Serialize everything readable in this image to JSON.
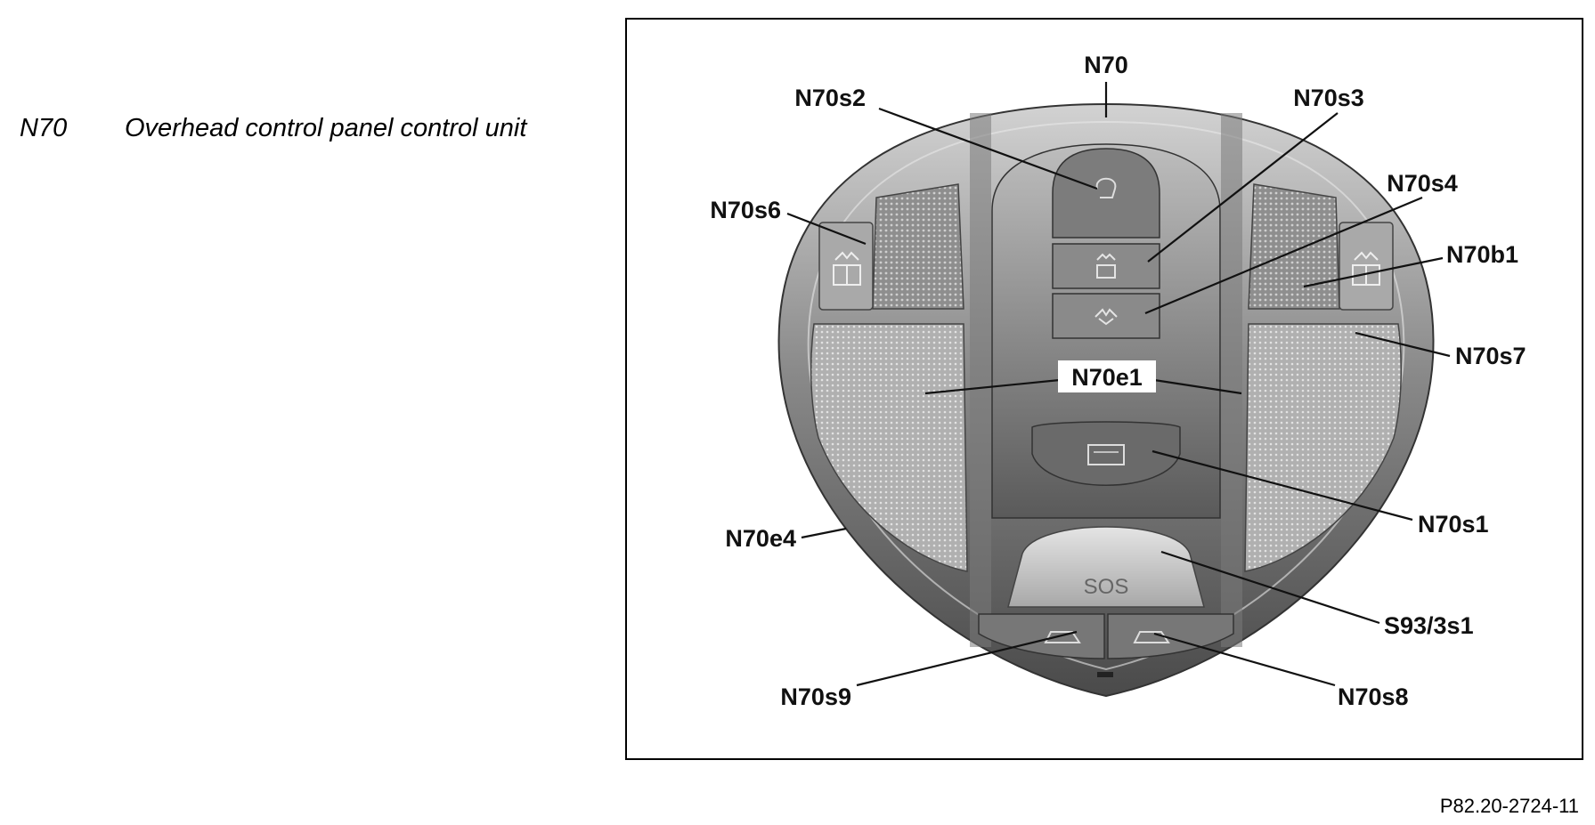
{
  "legend": {
    "code": "N70",
    "description": "Overhead control panel control unit"
  },
  "figure_reference": "P82.20-2724-11",
  "panel": {
    "button_text": "SOS"
  },
  "callouts": [
    "N70",
    "N70s2",
    "N70s3",
    "N70s4",
    "N70s6",
    "N70b1",
    "N70s7",
    "N70e1",
    "N70s1",
    "N70e4",
    "S93/3s1",
    "N70s9",
    "N70s8"
  ],
  "colors": {
    "panel_dark": "#6e6e6e",
    "panel_light": "#c8c8c8",
    "mesh": "#9a9a9a",
    "line": "#111111"
  }
}
